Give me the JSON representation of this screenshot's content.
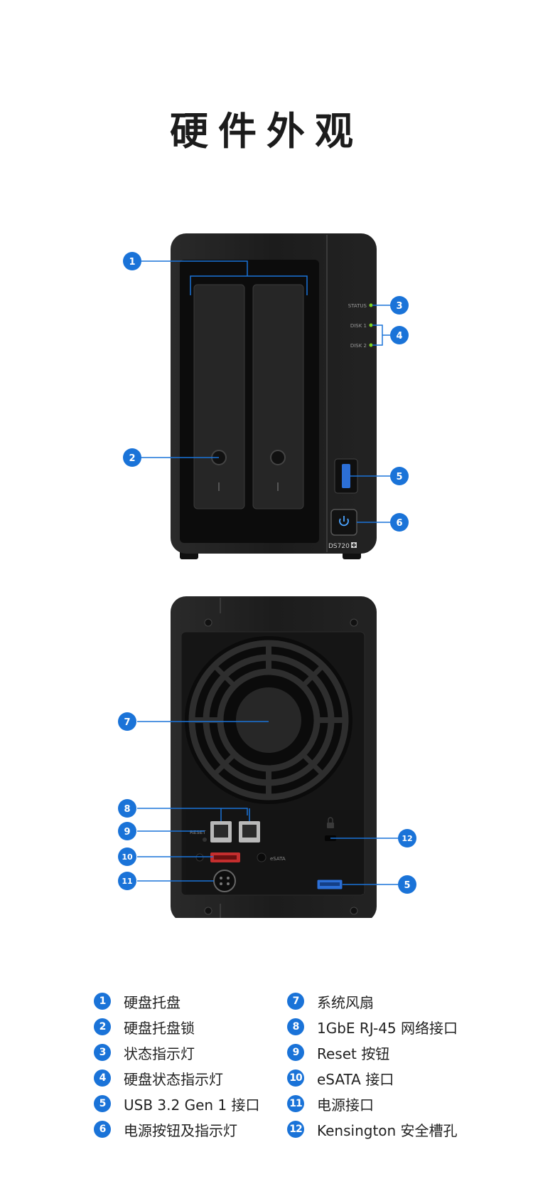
{
  "title": "硬件外观",
  "front": {
    "led_labels": [
      "STATUS",
      "DISK 1",
      "DISK 2"
    ],
    "model": "DS720",
    "callouts": [
      "1",
      "2",
      "3",
      "4",
      "5",
      "6"
    ]
  },
  "back": {
    "port_labels": [
      "RESET",
      "eSATA"
    ],
    "callouts": [
      "7",
      "8",
      "9",
      "10",
      "11",
      "12",
      "5"
    ]
  },
  "legend": [
    {
      "num": "1",
      "label": "硬盘托盘"
    },
    {
      "num": "7",
      "label": "系统风扇"
    },
    {
      "num": "2",
      "label": "硬盘托盘锁"
    },
    {
      "num": "8",
      "label": "1GbE RJ-45 网络接口"
    },
    {
      "num": "3",
      "label": "状态指示灯"
    },
    {
      "num": "9",
      "label": "Reset 按钮"
    },
    {
      "num": "4",
      "label": "硬盘状态指示灯"
    },
    {
      "num": "10",
      "label": "eSATA 接口"
    },
    {
      "num": "5",
      "label": "USB 3.2 Gen 1 接口"
    },
    {
      "num": "11",
      "label": "电源接口"
    },
    {
      "num": "6",
      "label": "电源按钮及指示灯"
    },
    {
      "num": "12",
      "label": "Kensington 安全槽孔"
    }
  ],
  "colors": {
    "accent": "#1a73d8",
    "device": "#1e1e1e",
    "led": "#7ed321"
  },
  "icons": [
    "power-icon",
    "usb-icon",
    "fan-icon",
    "lock-icon"
  ]
}
